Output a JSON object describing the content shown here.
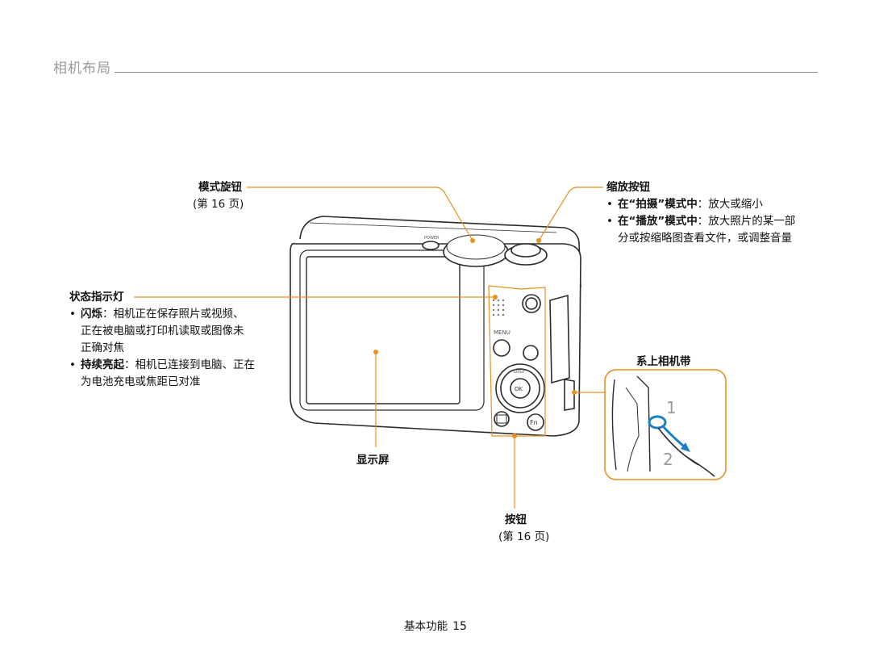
{
  "header": {
    "title": "相机布局"
  },
  "labels": {
    "mode_dial": {
      "title": "模式旋钮",
      "page": "(第 16 页)"
    },
    "zoom_button": {
      "title": "缩放按钮",
      "items": [
        {
          "bold": "在“拍摄”模式中",
          "text": "：放大或缩小"
        },
        {
          "bold": "在“播放”模式中",
          "text": "：放大照片的某一部",
          "cont": "分或按缩略图查看文件，或调整音量"
        }
      ]
    },
    "status_lamp": {
      "title": "状态指示灯",
      "items": [
        {
          "bold": "闪烁",
          "text": "：相机正在保存照片或视频、",
          "cont1": "正在被电脑或打印机读取或图像未",
          "cont2": "正确对焦"
        },
        {
          "bold": "持续亮起",
          "text": "：相机已连接到电脑、正在",
          "cont1": "为电池充电或焦距已对准"
        }
      ]
    },
    "strap": {
      "title": "系上相机带",
      "steps": [
        "1",
        "2"
      ]
    },
    "display": {
      "title": "显示屏"
    },
    "buttons": {
      "title": "按钮",
      "page": "(第 16 页)"
    }
  },
  "camera": {
    "menu_label": "MENU",
    "disp_label": "DISP",
    "ok_label": "OK",
    "fn_label": "Fn",
    "power_label": "POWER"
  },
  "colors": {
    "accent": "#E8901E",
    "outline": "#2b2b2b",
    "rule": "#8a8a8a"
  },
  "footer": {
    "section": "基本功能",
    "page_number": "15"
  }
}
